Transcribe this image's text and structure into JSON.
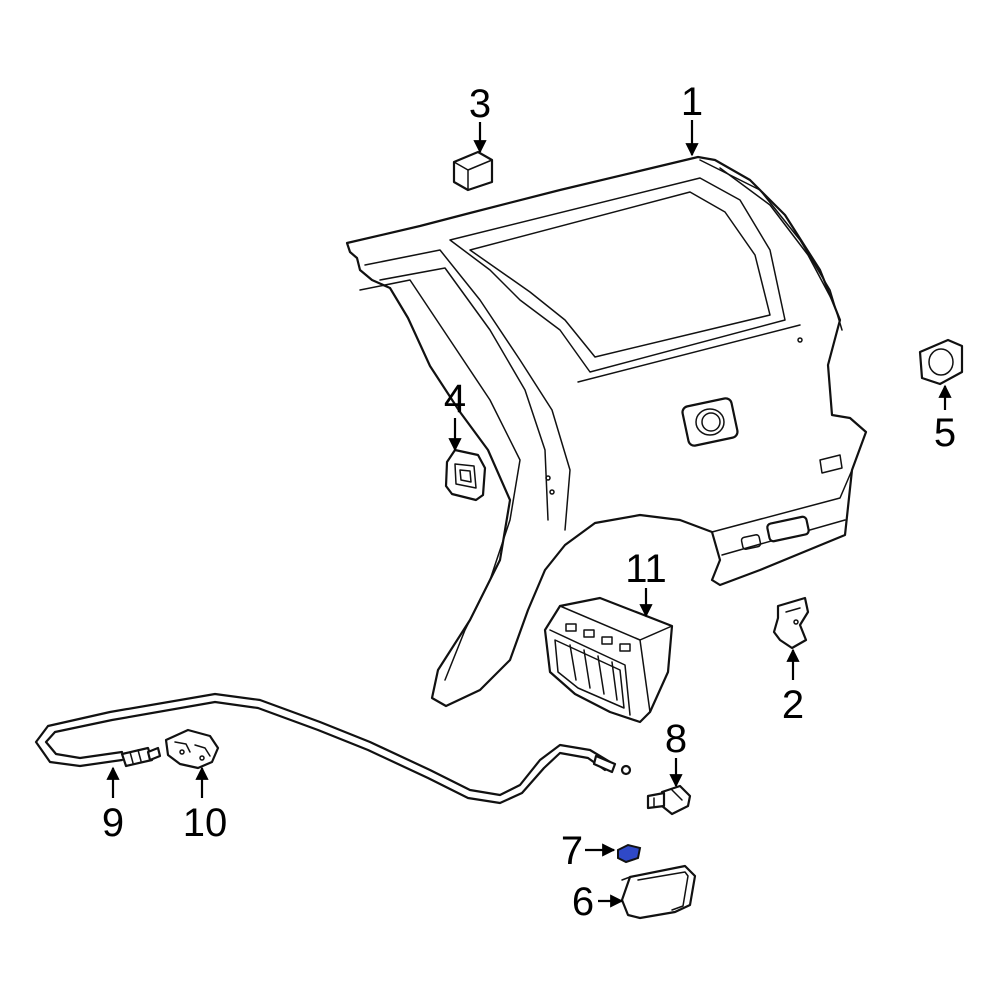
{
  "colors": {
    "background": "#ffffff",
    "linework": "#111111",
    "highlight": "#2f49c8"
  },
  "callouts": [
    {
      "id": "1",
      "part": "quarter panel"
    },
    {
      "id": "2",
      "part": "bracket"
    },
    {
      "id": "3",
      "part": "block"
    },
    {
      "id": "4",
      "part": "handle"
    },
    {
      "id": "5",
      "part": "pocket cover"
    },
    {
      "id": "6",
      "part": "fuel door"
    },
    {
      "id": "7",
      "part": "clip",
      "highlighted": true
    },
    {
      "id": "8",
      "part": "lock actuator"
    },
    {
      "id": "9",
      "part": "release cable"
    },
    {
      "id": "10",
      "part": "bracket"
    },
    {
      "id": "11",
      "part": "housing"
    }
  ]
}
